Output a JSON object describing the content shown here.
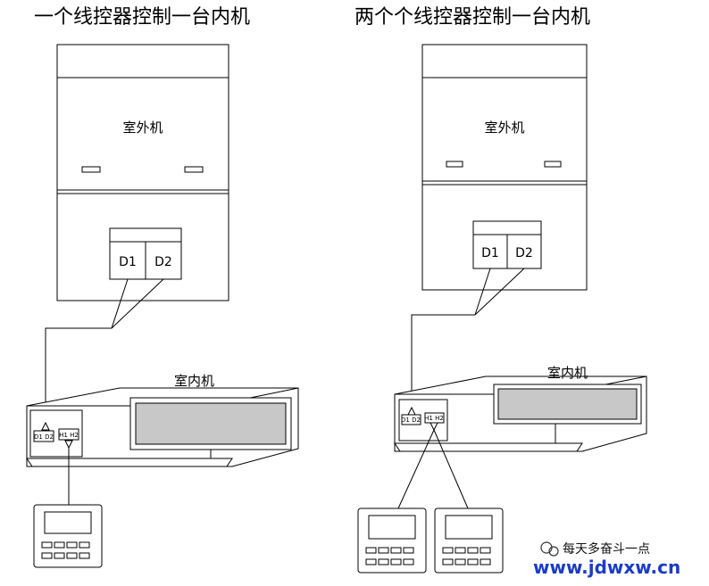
{
  "left_title": "一个线控器控制一台内机",
  "right_title": "两个个线控器控制一台内机",
  "outdoor_label": "室外机",
  "indoor_label": "室内机",
  "terminal_d1": "D1",
  "terminal_d2": "D2",
  "port_d": "D1 D2",
  "port_h": "H1 H2",
  "watermark": "每天多奋斗一点",
  "site": "www.jdwxw.cn"
}
